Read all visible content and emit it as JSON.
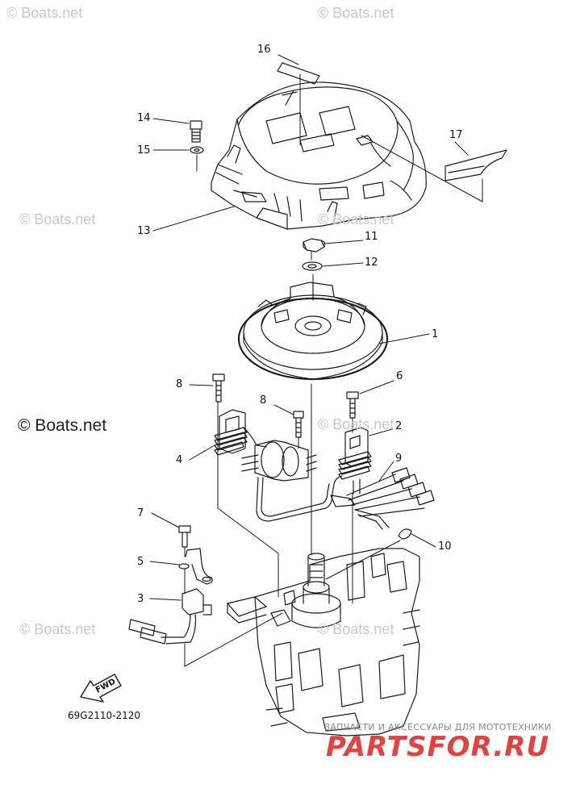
{
  "watermark": {
    "site": "© Boats.net"
  },
  "callouts": {
    "c1": "1",
    "c2": "2",
    "c3": "3",
    "c4": "4",
    "c5": "5",
    "c6": "6",
    "c7": "7",
    "c8a": "8",
    "c8b": "8",
    "c9": "9",
    "c10": "10",
    "c11": "11",
    "c12": "12",
    "c13": "13",
    "c14": "14",
    "c15": "15",
    "c16": "16",
    "c17": "17"
  },
  "diagram_code": "69G2110-2120",
  "fwd_label": "FWD",
  "brand": {
    "tagline": "ЗАПЧАСТИ И АКСЕССУАРЫ ДЛЯ МОТОТЕХНИКИ",
    "logo": "PARTSFOR.RU"
  },
  "colors": {
    "line": "#1a1a1a",
    "watermark": "#c8c8c8",
    "brand_red": "#e02020"
  }
}
